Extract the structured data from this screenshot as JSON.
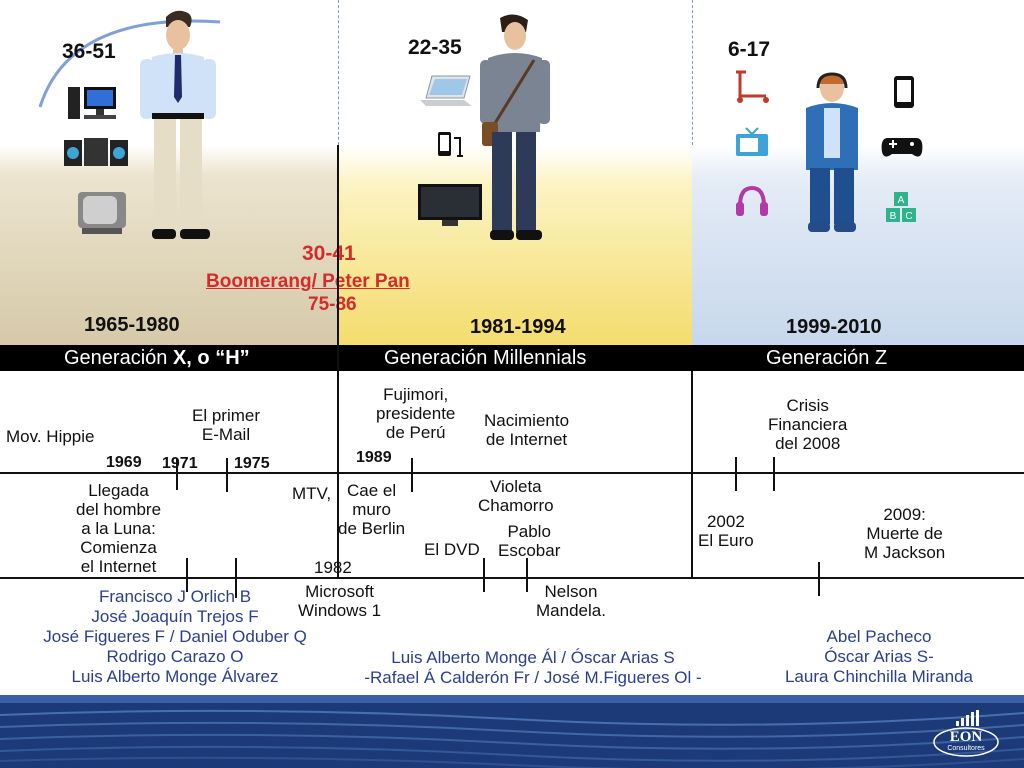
{
  "generations": [
    {
      "age": "36-51",
      "years": "1965-1980",
      "label_prefix": "Generación ",
      "label_bold": "X, o “H”"
    },
    {
      "age": "22-35",
      "years": "1981-1994",
      "label_prefix": "Generación  Millennials",
      "label_bold": ""
    },
    {
      "age": "6-17",
      "years": "1999-2010",
      "label_prefix": "Generación Z",
      "label_bold": ""
    }
  ],
  "boomerang": {
    "age": "30-41",
    "name": "Boomerang/ Peter Pan",
    "years": "75-86"
  },
  "events": {
    "hippie": "Mov. Hippie",
    "primer_email": [
      "El primer",
      "E-Mail"
    ],
    "y1969": "1969",
    "y1971": "1971",
    "y1975": "1975",
    "luna": [
      "Llegada",
      "del hombre",
      "a la Luna:",
      "Comienza",
      "el Internet"
    ],
    "fujimori": [
      "Fujimori,",
      "presidente",
      "de Perú"
    ],
    "internet": [
      "Nacimiento",
      "de Internet"
    ],
    "y1989": "1989",
    "mtv": "MTV,",
    "berlin": [
      "Cae el",
      "muro",
      "de Berlin"
    ],
    "violeta": [
      "Violeta",
      "Chamorro"
    ],
    "pablo": [
      "Pablo",
      "Escobar"
    ],
    "dvd": "El DVD",
    "y1982": "1982",
    "windows": [
      "Microsoft",
      "Windows 1"
    ],
    "mandela": [
      "Nelson",
      "Mandela."
    ],
    "crisis": [
      "Crisis",
      "Financiera",
      "del 2008"
    ],
    "euro": [
      "2002",
      "El Euro"
    ],
    "jackson": [
      "2009:",
      "Muerte de",
      "M Jackson"
    ]
  },
  "presidents": {
    "x": [
      "Francisco J Orlich B",
      "José Joaquín Trejos F",
      "José Figueres F / Daniel Oduber Q",
      "Rodrigo Carazo O",
      "Luis Alberto Monge Álvarez"
    ],
    "m": [
      "Luis Alberto Monge Ál / Óscar Arias S",
      "-Rafael Á Calderón Fr / José M.Figueres Ol -"
    ],
    "z": [
      "Abel Pacheco",
      "Óscar Arias S-",
      "Laura Chinchilla Miranda"
    ]
  },
  "logo": {
    "text": "EON",
    "sub": "Consultores"
  },
  "colors": {
    "band": "#000000",
    "presidents": "#2b3f8c",
    "boomerang": "#d52b2b",
    "footer": "#1c3a78"
  }
}
